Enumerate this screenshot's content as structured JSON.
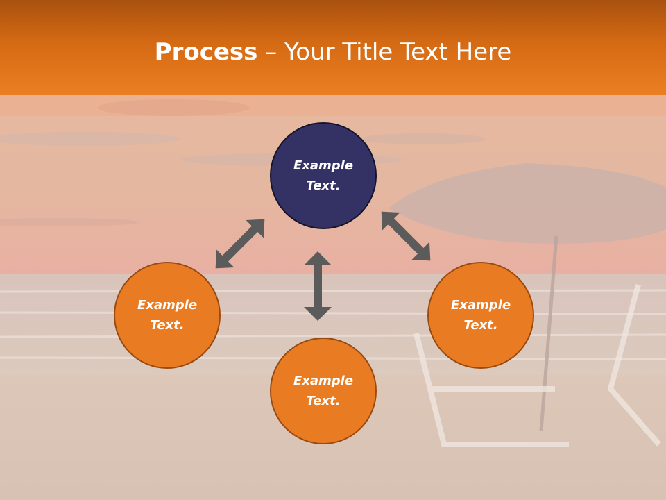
{
  "title": {
    "bold": "Process",
    "dash": " – ",
    "rest": "Your Title Text Here"
  },
  "nodes": {
    "top": "Example Text.",
    "left": "Example Text.",
    "right": "Example Text.",
    "bottom": "Example Text."
  },
  "colors": {
    "header": "#e07620",
    "node_dark": "#343264",
    "node_orange": "#e97c23",
    "arrow": "#5b5b5b"
  },
  "background": "faded beach sunset with umbrella and lounge chairs"
}
